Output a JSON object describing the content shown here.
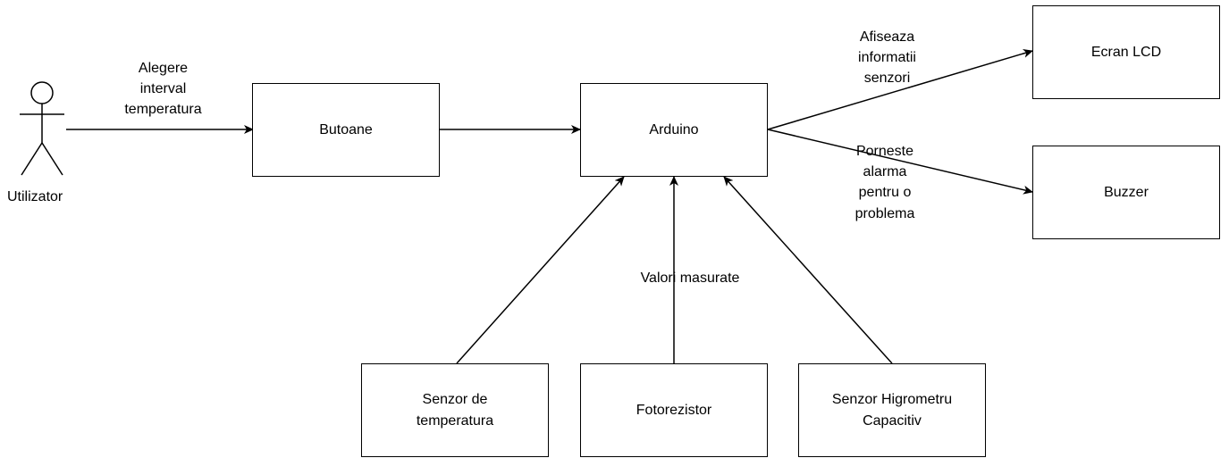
{
  "actor": {
    "name": "Utilizator"
  },
  "nodes": {
    "butoane": "Butoane",
    "arduino": "Arduino",
    "ecran": "Ecran LCD",
    "buzzer": "Buzzer",
    "senzor_temp": "Senzor de\ntemperatura",
    "fotorezistor": "Fotorezistor",
    "senzor_higro": "Senzor Higrometru\nCapacitiv"
  },
  "edges": {
    "alegere": "Alegere\ninterval\ntemperatura",
    "afiseaza": "Afiseaza\ninformatii\nsenzori",
    "porneste": "Porneste\nalarma\npentru o\nproblema",
    "valori": "Valori masurate"
  }
}
